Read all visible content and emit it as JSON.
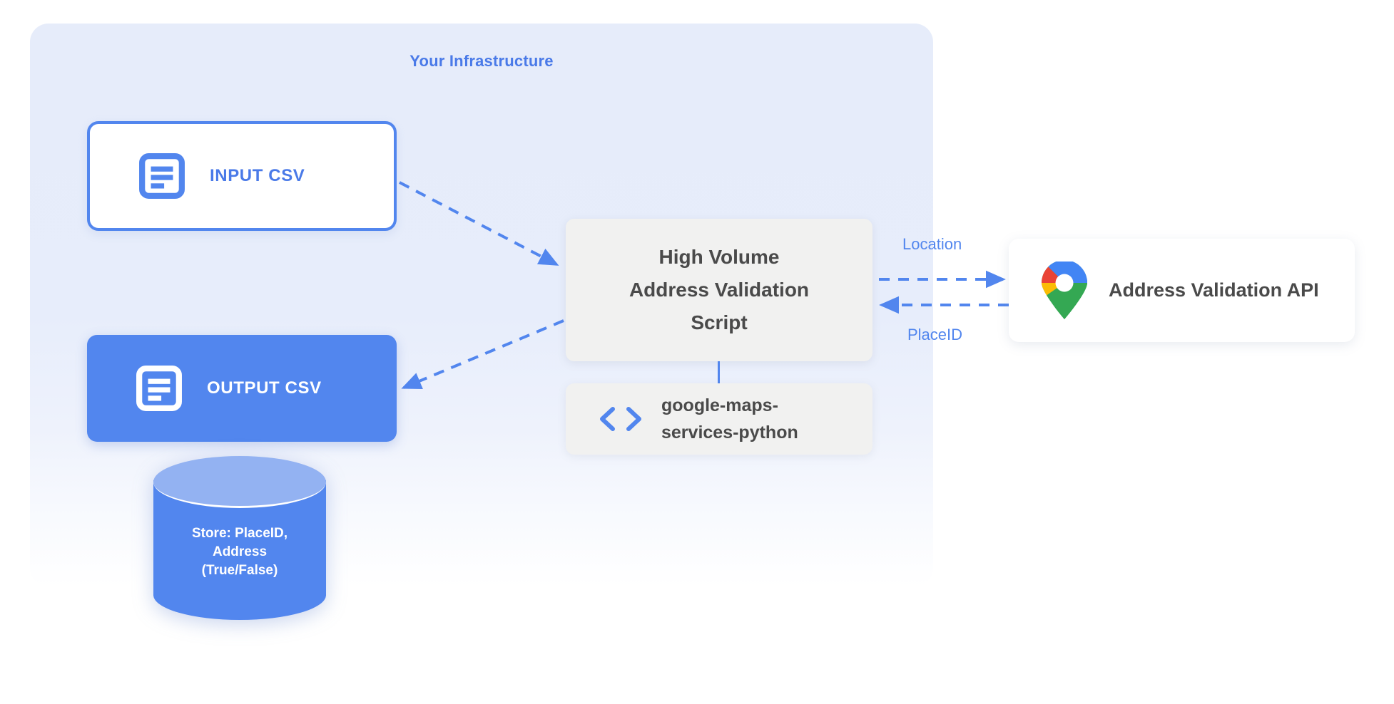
{
  "diagram": {
    "title": "Your Infrastructure",
    "accent_blue": "#5286ee",
    "panel_blue": "#e6ecfa",
    "box_gray": "#f1f1f0",
    "text_gray": "#4a4a4a"
  },
  "nodes": {
    "input_csv": {
      "label": "INPUT CSV",
      "icon": "document-icon",
      "style": "outlined-white"
    },
    "output_csv": {
      "label": "OUTPUT CSV",
      "icon": "document-icon",
      "style": "filled-blue"
    },
    "database": {
      "line1": "Store: PlaceID,",
      "line2": "Address",
      "line3": "(True/False)",
      "icon": "database-cylinder-icon"
    },
    "script": {
      "line1": "High Volume",
      "line2": "Address Validation",
      "line3": "Script"
    },
    "library": {
      "line1": "google-maps-",
      "line2": "services-python",
      "icon": "code-brackets-icon"
    },
    "api": {
      "label": "Address Validation API",
      "icon": "google-maps-pin-icon"
    }
  },
  "edges": {
    "input_to_script": {
      "label": "",
      "style": "dashed",
      "direction": "to-script"
    },
    "script_to_output": {
      "label": "",
      "style": "dashed",
      "direction": "to-output"
    },
    "script_to_api": {
      "label": "Location",
      "style": "dashed",
      "direction": "right"
    },
    "api_to_script": {
      "label": "PlaceID",
      "style": "dashed",
      "direction": "left"
    },
    "script_to_library": {
      "label": "",
      "style": "solid",
      "direction": "down"
    }
  }
}
